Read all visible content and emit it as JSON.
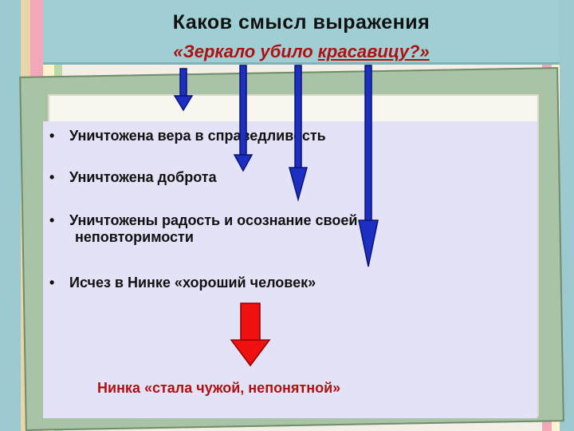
{
  "title": {
    "line1": "Каков смысл выражения",
    "line2_open": "«Зеркало убило ",
    "line2_under": "красавицу?»"
  },
  "bullets": [
    {
      "text": "Уничтожена вера в справедливость"
    },
    {
      "text": "Уничтожена доброта"
    },
    {
      "text": "Уничтожены радость и осознание своей",
      "cont": "неповторимости"
    },
    {
      "text": "Исчез в Нинке «хороший человек»"
    }
  ],
  "conclusion": "Нинка «стала чужой, непонятной»",
  "colors": {
    "title_bg": "#9fcfd4",
    "arrow_blue": "#1d2ec2",
    "arrow_red": "#f01010",
    "conclusion_text": "#b01010"
  }
}
